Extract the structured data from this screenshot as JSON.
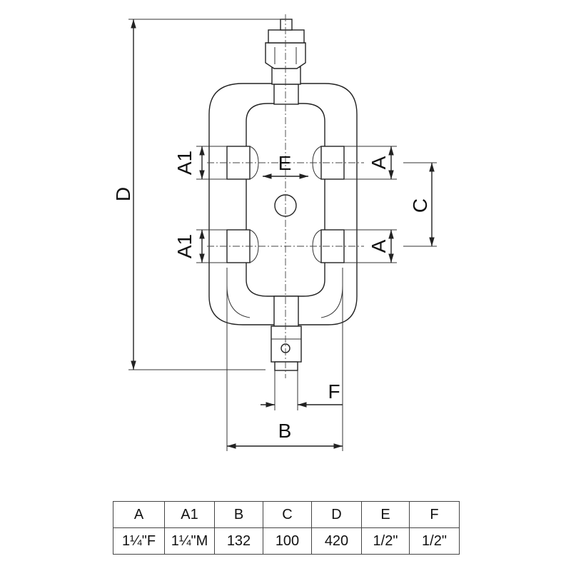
{
  "drawing": {
    "labels": {
      "D": "D",
      "A1_top": "A1",
      "A1_bottom": "A1",
      "A_top": "A",
      "A_bottom": "A",
      "E": "E",
      "C": "C",
      "F": "F",
      "B": "B"
    }
  },
  "table": {
    "headers": [
      "A",
      "A1",
      "B",
      "C",
      "D",
      "E",
      "F"
    ],
    "values": [
      "1¼\"F",
      "1¼\"M",
      "132",
      "100",
      "420",
      "1/2\"",
      "1/2\""
    ]
  }
}
